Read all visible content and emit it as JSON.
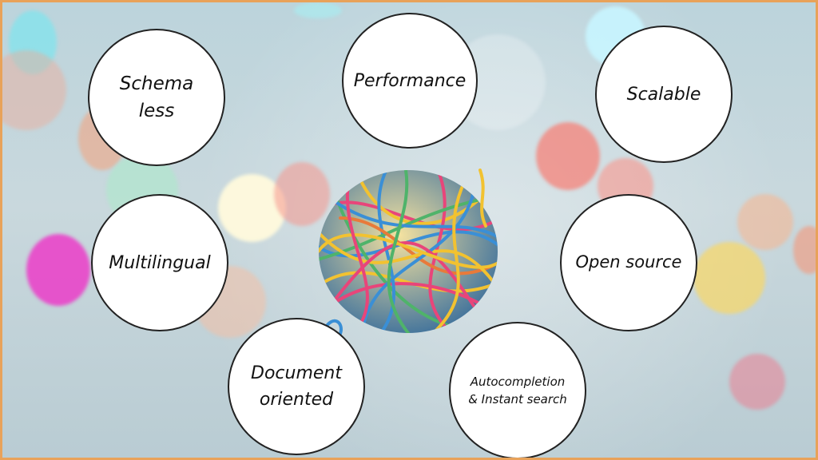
{
  "features": {
    "schema_less": "Schema\nless",
    "performance": "Performance",
    "scalable": "Scalable",
    "multilingual": "Multilingual",
    "open_source": "Open source",
    "document_oriented": "Document\noriented",
    "autocompletion": "Autocompletion\n& Instant search"
  },
  "colors": {
    "border": "#e8a25a",
    "circle_fill": "#ffffff",
    "circle_outline": "#222222",
    "yarn": [
      "#e8457a",
      "#3a8fd6",
      "#f2c230",
      "#4fb36a",
      "#e87a3a"
    ]
  }
}
